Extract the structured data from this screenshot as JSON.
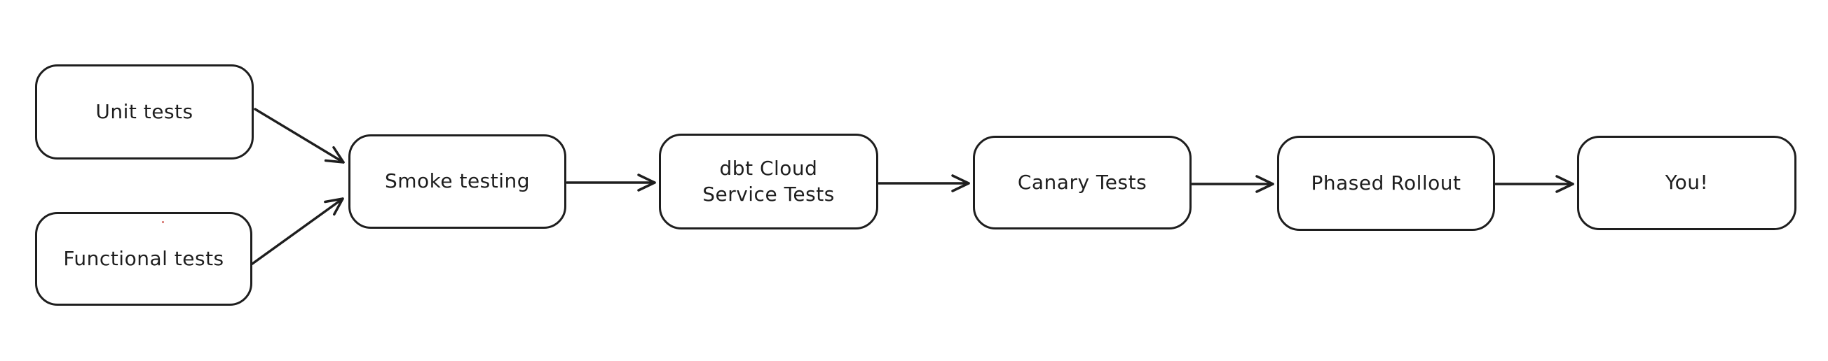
{
  "diagram": {
    "type": "flowchart",
    "style": "hand-drawn-excalidraw",
    "background": "#ffffff",
    "stroke_color": "#1e1e1e",
    "artifact_dot_color": "#d87a74",
    "nodes": [
      {
        "id": "unit-tests",
        "label": "Unit tests"
      },
      {
        "id": "functional-tests",
        "label": "Functional tests"
      },
      {
        "id": "smoke-testing",
        "label": "Smoke testing"
      },
      {
        "id": "dbt-cloud-service-tests",
        "label": "dbt Cloud\nService Tests"
      },
      {
        "id": "canary-tests",
        "label": "Canary Tests"
      },
      {
        "id": "phased-rollout",
        "label": "Phased Rollout"
      },
      {
        "id": "you",
        "label": "You!"
      }
    ],
    "edges": [
      {
        "from": "unit-tests",
        "to": "smoke-testing"
      },
      {
        "from": "functional-tests",
        "to": "smoke-testing"
      },
      {
        "from": "smoke-testing",
        "to": "dbt-cloud-service-tests"
      },
      {
        "from": "dbt-cloud-service-tests",
        "to": "canary-tests"
      },
      {
        "from": "canary-tests",
        "to": "phased-rollout"
      },
      {
        "from": "phased-rollout",
        "to": "you"
      }
    ]
  }
}
